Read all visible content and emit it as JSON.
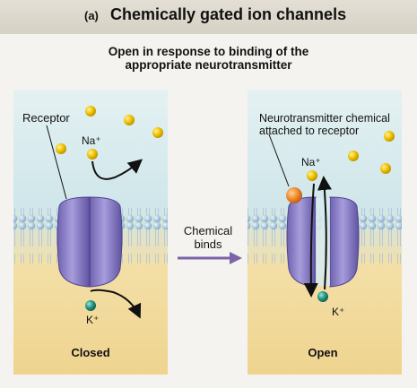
{
  "header": {
    "tag": "(a)",
    "title": "Chemically gated ion channels"
  },
  "subtitle": {
    "line1": "Open in response to binding of the",
    "line2": "appropriate neurotransmitter"
  },
  "closed_panel": {
    "receptor_label": "Receptor",
    "na_label": "Na⁺",
    "k_label": "K⁺",
    "caption": "Closed"
  },
  "open_panel": {
    "neurotransmitter_label_line1": "Neurotransmitter chemical",
    "neurotransmitter_label_line2": "attached to receptor",
    "na_label": "Na⁺",
    "k_label": "K⁺",
    "caption": "Open"
  },
  "transition": {
    "label_line1": "Chemical",
    "label_line2": "binds"
  },
  "colors": {
    "extracellular": "#d9ecef",
    "intracellular": "#f1d58e",
    "channel": "#8a7ec7",
    "sodium": "#f2c100",
    "potassium": "#1c7d6e",
    "neurotransmitter": "#f08a2a",
    "arrow": "#7b64a8"
  }
}
